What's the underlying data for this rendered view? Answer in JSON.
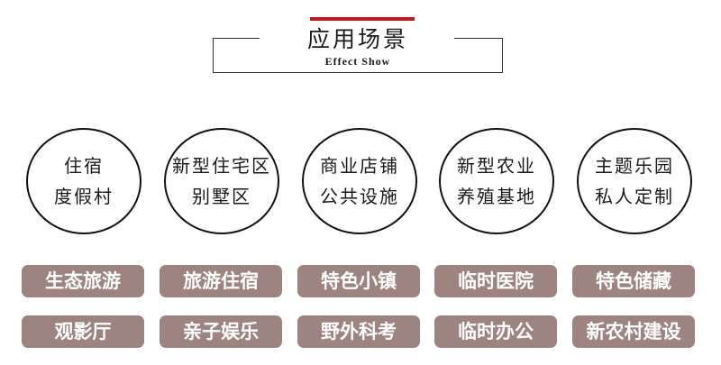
{
  "header": {
    "title_cn": "应用场景",
    "title_en": "Effect Show",
    "accent_color": "#c8161d"
  },
  "circles": [
    {
      "line1": "住宿",
      "line2": "度假村"
    },
    {
      "line1": "新型住宅区",
      "line2": "别墅区"
    },
    {
      "line1": "商业店铺",
      "line2": "公共设施"
    },
    {
      "line1": "新型农业",
      "line2": "养殖基地"
    },
    {
      "line1": "主题乐园",
      "line2": "私人定制"
    }
  ],
  "tags_row1": [
    "生态旅游",
    "旅游住宿",
    "特色小镇",
    "临时医院",
    "特色储藏"
  ],
  "tags_row2": [
    "观影厅",
    "亲子娱乐",
    "野外科考",
    "临时办公",
    "新农村建设"
  ],
  "tag_color": "#9e8480"
}
